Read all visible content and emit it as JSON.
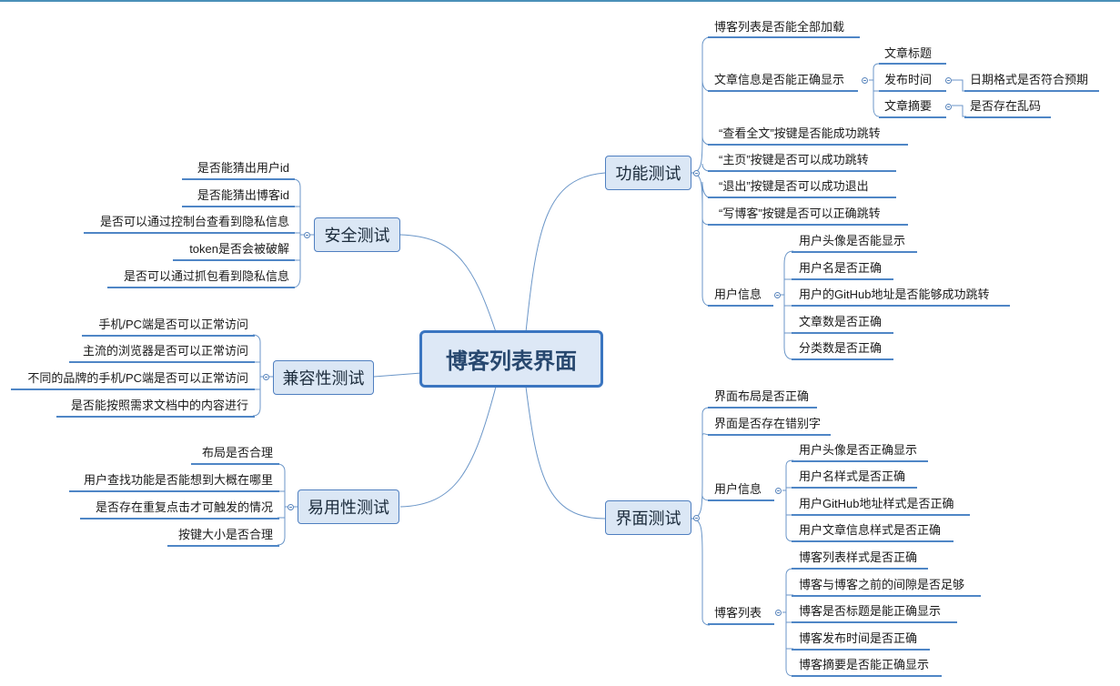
{
  "root": "博客列表界面",
  "branches": {
    "func": {
      "label": "功能测试",
      "items": {
        "load_all": "博客列表是否能全部加载",
        "article_info": "文章信息是否能正确显示",
        "title": "文章标题",
        "pub_time": "发布时间",
        "date_fmt": "日期格式是否符合预期",
        "summary": "文章摘要",
        "garbled": "是否存在乱码",
        "view_all": "“查看全文”按键是否能成功跳转",
        "home": "“主页”按键是否可以成功跳转",
        "logout": "“退出”按键是否可以成功退出",
        "write": "“写博客”按键是否可以正确跳转",
        "user_info": "用户信息",
        "avatar": "用户头像是否能显示",
        "username": "用户名是否正确",
        "github": "用户的GitHub地址是否能够成功跳转",
        "article_count": "文章数是否正确",
        "category_count": "分类数是否正确"
      }
    },
    "ui": {
      "label": "界面测试",
      "items": {
        "layout": "界面布局是否正确",
        "typo": "界面是否存在错别字",
        "user_info": "用户信息",
        "avatar": "用户头像是否正确显示",
        "username_style": "用户名样式是否正确",
        "github_style": "用户GitHub地址样式是否正确",
        "article_info_style": "用户文章信息样式是否正确",
        "blog_list": "博客列表",
        "list_style": "博客列表样式是否正确",
        "gap": "博客与博客之前的间隙是否足够",
        "title_show": "博客是否标题是能正确显示",
        "pub_time": "博客发布时间是否正确",
        "summary_show": "博客摘要是否能正确显示"
      }
    },
    "security": {
      "label": "安全测试",
      "items": {
        "guess_uid": "是否能猜出用户id",
        "guess_bid": "是否能猜出博客id",
        "console": "是否可以通过控制台查看到隐私信息",
        "token": "token是否会被破解",
        "capture": "是否可以通过抓包看到隐私信息"
      }
    },
    "compat": {
      "label": "兼容性测试",
      "items": {
        "mobile_pc": "手机/PC端是否可以正常访问",
        "browsers": "主流的浏览器是否可以正常访问",
        "brands": "不同的品牌的手机/PC端是否可以正常访问",
        "docs": "是否能按照需求文档中的内容进行"
      }
    },
    "usability": {
      "label": "易用性测试",
      "items": {
        "layout": "布局是否合理",
        "search": "用户查找功能是否能想到大概在哪里",
        "repeat_click": "是否存在重复点击才可触发的情况",
        "button_size": "按键大小是否合理"
      }
    }
  }
}
